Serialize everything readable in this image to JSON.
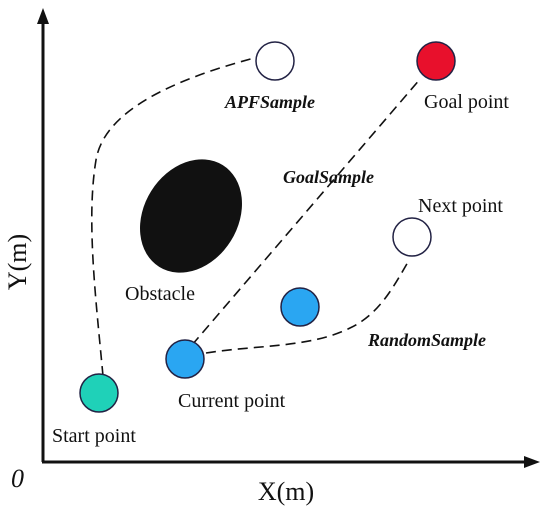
{
  "axes": {
    "x_label": "X(m)",
    "y_label": "Y(m)",
    "origin_label": "0"
  },
  "points": {
    "start": {
      "label": "Start point",
      "color": "#1fd1b8"
    },
    "current": {
      "label": "Current point",
      "color": "#2aa6f2"
    },
    "random": {
      "color": "#2aa6f2"
    },
    "next": {
      "label": "Next point",
      "color": "#ffffff"
    },
    "goal": {
      "label": "Goal point",
      "color": "#e8102c"
    },
    "apf": {
      "color": "#ffffff"
    }
  },
  "obstacle": {
    "label": "Obstacle",
    "color": "#111111"
  },
  "samples": {
    "apf": "APFSample",
    "goal": "GoalSample",
    "random": "RandomSample"
  }
}
